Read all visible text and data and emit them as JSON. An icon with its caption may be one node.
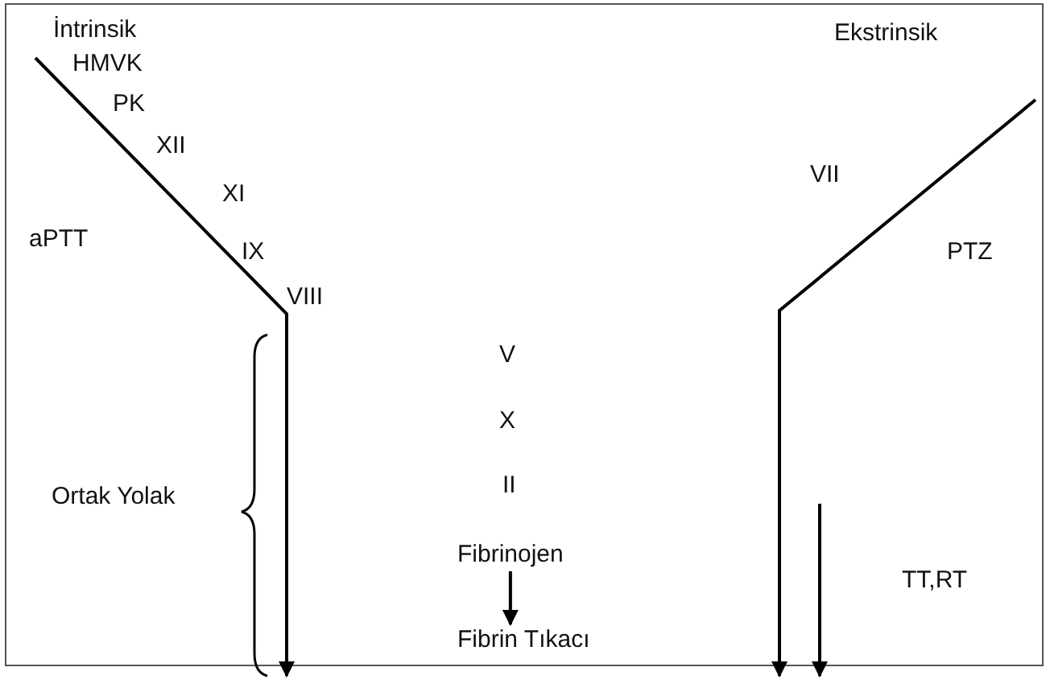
{
  "diagram": {
    "nodes": [
      {
        "text": [
          "Fibrinojen"
        ]
      },
      {
        "text": [
          "Fibrin Tıkacı"
        ]
      }
    ],
    "edges": [
      {
        "from": 0,
        "to": 1,
        "arrow": "to"
      }
    ],
    "labels": [
      "İntrinsik",
      "Ekstrinsik",
      "HMVK",
      "PK",
      "XII",
      "VII",
      "XI",
      "aPTT",
      "IX",
      "PTZ",
      "VIII",
      "V",
      "X",
      "II",
      "Ortak Yolak",
      "TT,RT"
    ]
  }
}
